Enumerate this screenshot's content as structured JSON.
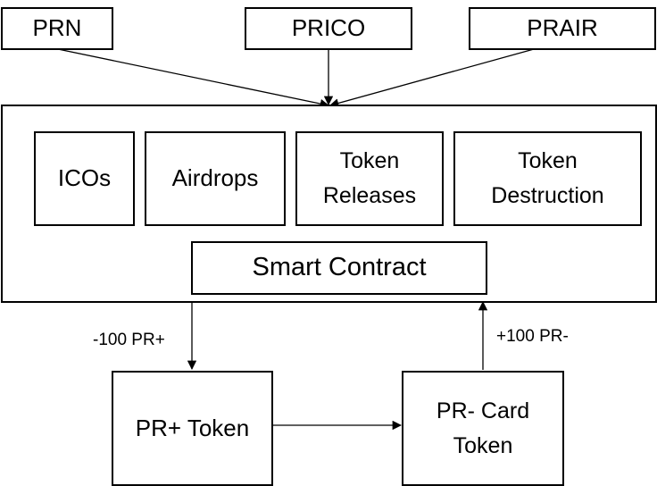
{
  "sources": {
    "prn": "PRN",
    "prico": "PRICO",
    "prair": "PRAIR"
  },
  "container": {
    "modules": {
      "icos": "ICOs",
      "airdrops": "Airdrops",
      "token_releases_line1": "Token",
      "token_releases_line2": "Releases",
      "token_destruction_line1": "Token",
      "token_destruction_line2": "Destruction"
    },
    "smart_contract": "Smart Contract"
  },
  "flows": {
    "out_label": "-100 PR+",
    "in_label": "+100 PR-"
  },
  "tokens": {
    "pr_plus": "PR+ Token",
    "pr_minus_line1": "PR- Card",
    "pr_minus_line2": "Token"
  }
}
